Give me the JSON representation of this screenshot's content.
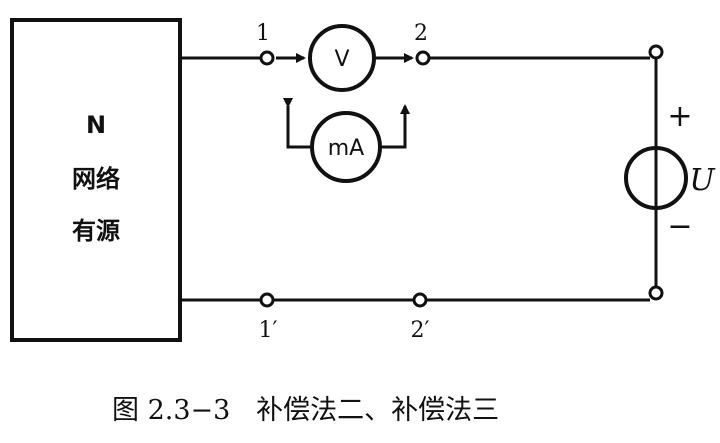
{
  "network_box": {
    "line1": "N",
    "line2": "网络",
    "line3": "有源"
  },
  "nodes": {
    "n1": "1",
    "n2": "2",
    "n1p": "1′",
    "n2p": "2′"
  },
  "meters": {
    "voltmeter": "V",
    "ammeter": "mA"
  },
  "source": {
    "plus": "+",
    "minus": "−",
    "symbol": "U"
  },
  "caption": "图 2.3−3   补偿法二、补偿法三"
}
